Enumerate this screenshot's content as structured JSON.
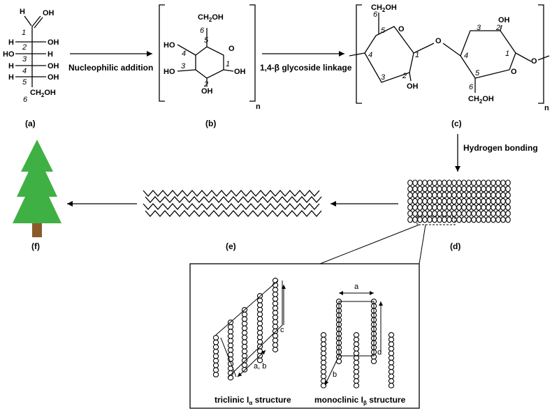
{
  "labels": {
    "a": "(a)",
    "b": "(b)",
    "c": "(c)",
    "d": "(d)",
    "e": "(e)",
    "f": "(f)"
  },
  "arrows": {
    "nucleophilic": "Nucleophilic addition",
    "glycoside": "1,4-β glycoside linkage",
    "hydrogen": "Hydrogen bonding"
  },
  "glucose_open": {
    "top_h": "H",
    "top_oh": "OH",
    "rows": [
      {
        "num": "1",
        "left": "",
        "right": ""
      },
      {
        "num": "2",
        "left": "H",
        "right": "OH"
      },
      {
        "num": "3",
        "left": "HO",
        "right": "H"
      },
      {
        "num": "4",
        "left": "H",
        "right": "OH"
      },
      {
        "num": "5",
        "left": "H",
        "right": "OH"
      }
    ],
    "c6_num": "6",
    "c6_group": "CH",
    "c6_sub": "2",
    "c6_tail": "OH"
  },
  "glucose_ring": {
    "c6_group": "CH",
    "c6_sub": "2",
    "c6_tail": "OH",
    "ho4": "HO",
    "ho3": "HO",
    "oh2": "OH",
    "oh1": "OH",
    "o_ring": "O",
    "n1": "1",
    "n2": "2",
    "n3": "3",
    "n4": "4",
    "n5": "5",
    "n6": "6",
    "repeat": "n"
  },
  "cellobiose": {
    "left_c6": "CH",
    "left_c6_sub": "2",
    "left_c6_tail": "OH",
    "left_o": "O",
    "left_oh2": "OH",
    "bridge_o": "O",
    "right_oh": "OH",
    "right_o": "O",
    "right_c6": "CH",
    "right_c6_sub": "2",
    "right_c6_tail": "OH",
    "end_o": "O",
    "nums_left": [
      "6",
      "5",
      "4",
      "1",
      "3",
      "2"
    ],
    "nums_right": [
      "3",
      "2",
      "4",
      "1",
      "5",
      "6"
    ],
    "repeat": "n"
  },
  "inset": {
    "lattice_ab": "a, b",
    "lattice_c_left": "c",
    "lattice_a": "a",
    "lattice_b": "b",
    "lattice_c_right": "c",
    "triclinic_pre": "triclinic I",
    "triclinic_sub": "α",
    "triclinic_post": " structure",
    "monoclinic_pre": "monoclinic I",
    "monoclinic_sub": "β",
    "monoclinic_post": " structure"
  },
  "colors": {
    "tree_green": "#3fb043",
    "trunk_brown": "#8b5a2b",
    "line": "#000000"
  }
}
